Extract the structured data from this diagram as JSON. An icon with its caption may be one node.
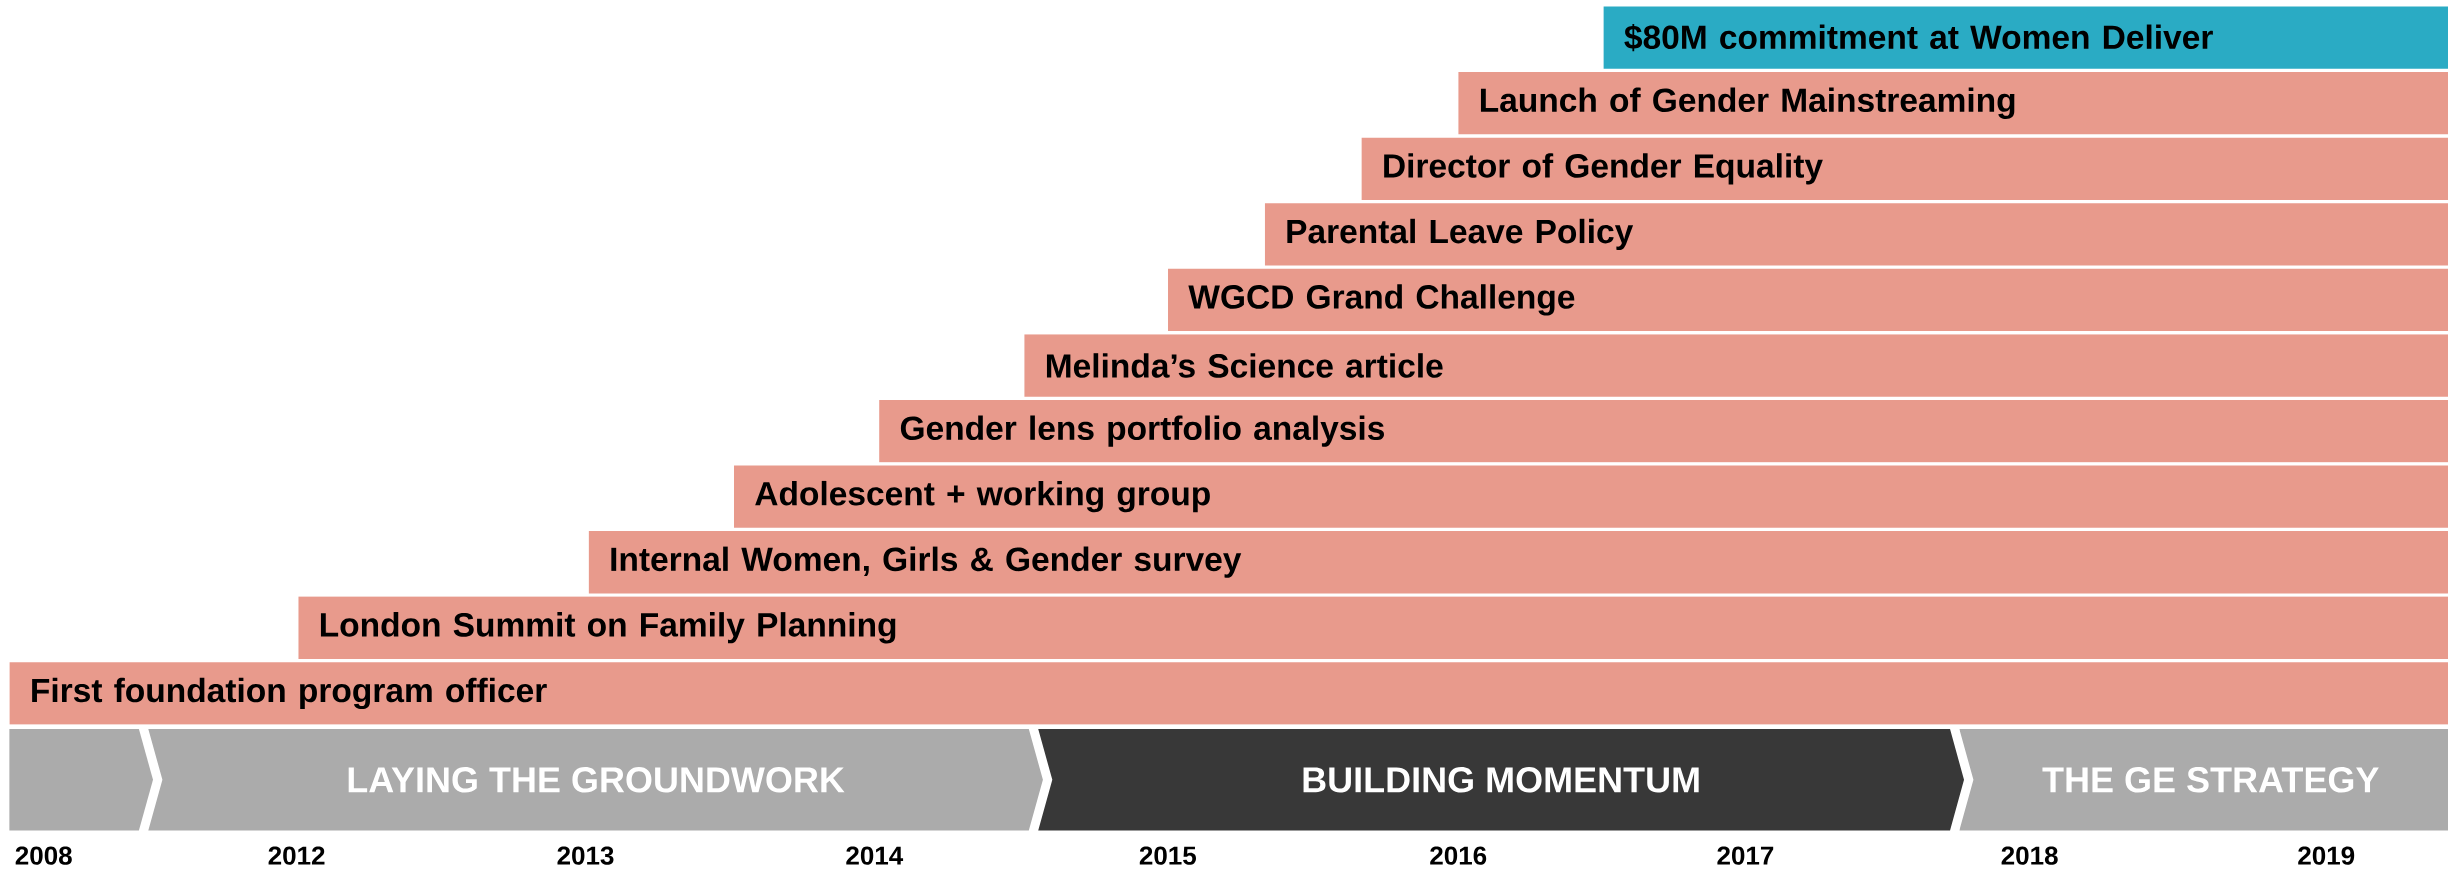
{
  "diagram": {
    "nodes": [
      {
        "text": [
          "$80M commitment at Women Deliver"
        ]
      },
      {
        "text": [
          "Launch of Gender Mainstreaming"
        ]
      },
      {
        "text": [
          "Director of Gender Equality"
        ]
      },
      {
        "text": [
          "Parental Leave Policy"
        ]
      },
      {
        "text": [
          "WGCD Grand Challenge"
        ]
      },
      {
        "text": [
          "Melinda’s Science article"
        ]
      },
      {
        "text": [
          "Gender lens portfolio analysis"
        ]
      },
      {
        "text": [
          "Adolescent + working group"
        ]
      },
      {
        "text": [
          "Internal Women, Girls & Gender survey"
        ]
      },
      {
        "text": [
          "London Summit on Family Planning"
        ]
      },
      {
        "text": [
          "First foundation program officer"
        ]
      },
      {
        "text": [],
        "shape": "chevron"
      },
      {
        "text": [
          "LAYING THE GROUNDWORK"
        ]
      },
      {
        "text": [
          "BUILDING MOMENTUM"
        ]
      },
      {
        "text": [
          "THE GE STRATEGY"
        ]
      }
    ],
    "labels": [
      "2008",
      "2012",
      "2013",
      "2014",
      "2015",
      "2016",
      "2017",
      "2018",
      "2019"
    ]
  }
}
